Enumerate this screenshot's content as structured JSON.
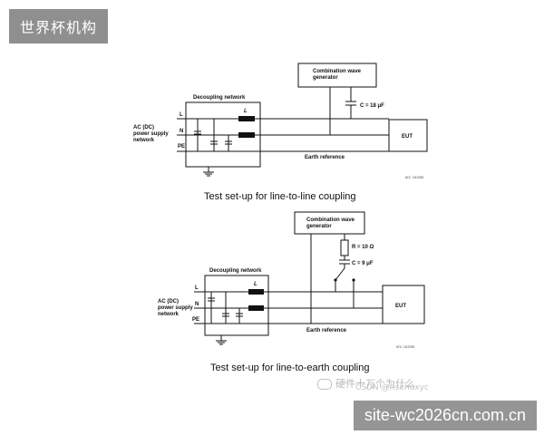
{
  "badge_top": "世界杯机构",
  "badge_bottom": "site-wc2026cn.com.cn",
  "watermark": {
    "text": "硬件十万个为什么",
    "sub": "CSDN @risehuxyc"
  },
  "diagram1": {
    "generator": [
      "Combination wave",
      "generator"
    ],
    "capacitor": "C = 18 μF",
    "decoupling": "Decoupling network",
    "source": [
      "AC (DC)",
      "power supply",
      "network"
    ],
    "lines": [
      "L",
      "N",
      "PE"
    ],
    "inductor": "L",
    "eut": "EUT",
    "earth": "Earth reference",
    "tag": "IEC 163/95",
    "caption": "Test set-up for line-to-line coupling"
  },
  "diagram2": {
    "generator": [
      "Combination wave",
      "generator"
    ],
    "resistor": "R = 10 Ω",
    "capacitor": "C = 9 μF",
    "decoupling": "Decoupling network",
    "source": [
      "AC (DC)",
      "power supply",
      "network"
    ],
    "lines": [
      "L",
      "N",
      "PE"
    ],
    "inductor": "L",
    "eut": "EUT",
    "earth": "Earth reference",
    "tag": "IEC 163/95",
    "caption": "Test set-up for line-to-earth coupling"
  }
}
